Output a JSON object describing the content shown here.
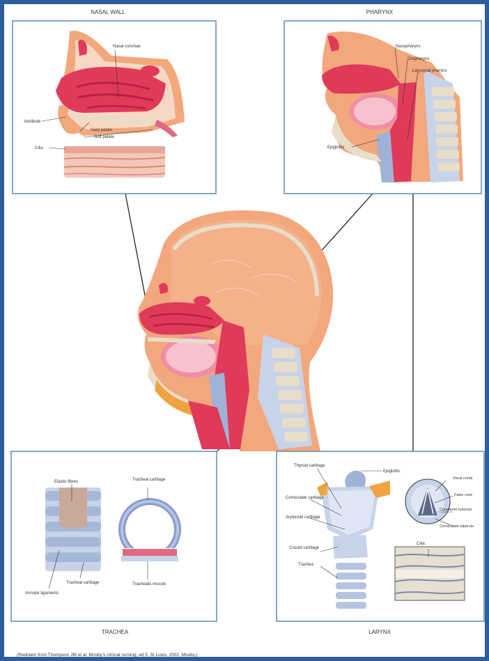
{
  "panels": {
    "nasal_wall": {
      "title": "NASAL WALL",
      "labels": {
        "nasal_conchae": "Nasal conchae",
        "vestibule": "Vestibule",
        "hard_palate": "Hard palate",
        "soft_palate": "Soft palate",
        "cilia": "Cilia"
      }
    },
    "pharynx": {
      "title": "PHARYNX",
      "labels": {
        "nasopharynx": "Nasopharynx",
        "oropharynx": "Oropharynx",
        "laryngeal_pharynx": "Laryngeal pharynx",
        "epiglottis": "Epiglottis"
      }
    },
    "trachea": {
      "title": "TRACHEA",
      "labels": {
        "elastic_fibres": "Elastic fibres",
        "tracheal_cartilage_top": "Tracheal cartilage",
        "tracheal_cartilage": "Tracheal cartilage",
        "annular_ligaments": "Annular ligaments",
        "trachealis_muscle": "Trachealis muscle"
      }
    },
    "larynx": {
      "title": "LARYNX",
      "labels": {
        "thyroid_cartilage": "Thyroid cartilage",
        "epiglottis": "Epiglottis",
        "corniculate_cartilage": "Corniculate cartilage",
        "arytenoid_cartilage": "Arytenoid cartilage",
        "cricoid_cartilage": "Cricoid cartilage",
        "trachea": "Trachea",
        "vocal_cords": "Vocal cords",
        "false_cord": "False cord",
        "cuneiform_tubercle": "Cuneiform tubercle",
        "corniculate_tubercle": "Corniculate tubercle",
        "cilia": "Cilia"
      }
    }
  },
  "credit": "(Redrawn from Thompson JM et al: Mosby's clinical nursing, ed 5, St Louis, 2002, Mosby.)",
  "colors": {
    "frame": "#2f5f9a",
    "skin": "#f2a77d",
    "flesh": "#e03a5a",
    "bone": "#e8ddc8",
    "cartilage": "#9fb3d6"
  }
}
